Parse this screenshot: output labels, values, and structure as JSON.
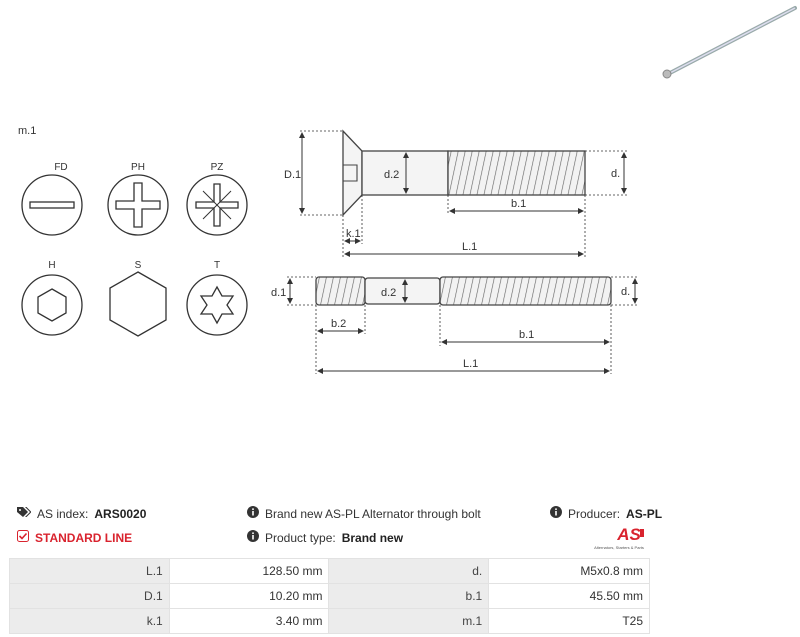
{
  "diagram": {
    "head_types_title": "m.1",
    "head_types": [
      {
        "code": "FD",
        "icon": "slotted-head-icon"
      },
      {
        "code": "PH",
        "icon": "phillips-head-icon"
      },
      {
        "code": "PZ",
        "icon": "pozidriv-head-icon"
      },
      {
        "code": "H",
        "icon": "hex-socket-head-icon"
      },
      {
        "code": "S",
        "icon": "hex-head-icon"
      },
      {
        "code": "T",
        "icon": "torx-head-icon"
      }
    ],
    "bolt_labels": {
      "D1": "D.1",
      "d2": "d.2",
      "d": "d.",
      "b1": "b.1",
      "k1": "k.1",
      "L1": "L.1"
    },
    "stud_labels": {
      "d1": "d.1",
      "d2": "d.2",
      "d": "d.",
      "b2": "b.2",
      "b1": "b.1",
      "L1": "L.1"
    }
  },
  "product": {
    "index_label": "AS index:",
    "index_value": "ARS0020",
    "description": "Brand new AS-PL Alternator through bolt",
    "producer_label": "Producer:",
    "producer_value": "AS-PL",
    "line_label": "STANDARD LINE",
    "type_label": "Product type:",
    "type_value": "Brand new",
    "logo_text": "AS",
    "logo_tagline": "Alternators, Starters & Parts",
    "accent_color": "#d9232e"
  },
  "specs": [
    {
      "label1": "L.1",
      "value1": "128.50 mm",
      "label2": "d.",
      "value2": "M5x0.8 mm"
    },
    {
      "label1": "D.1",
      "value1": "10.20 mm",
      "label2": "b.1",
      "value2": "45.50 mm"
    },
    {
      "label1": "k.1",
      "value1": "3.40 mm",
      "label2": "m.1",
      "value2": "T25"
    }
  ]
}
